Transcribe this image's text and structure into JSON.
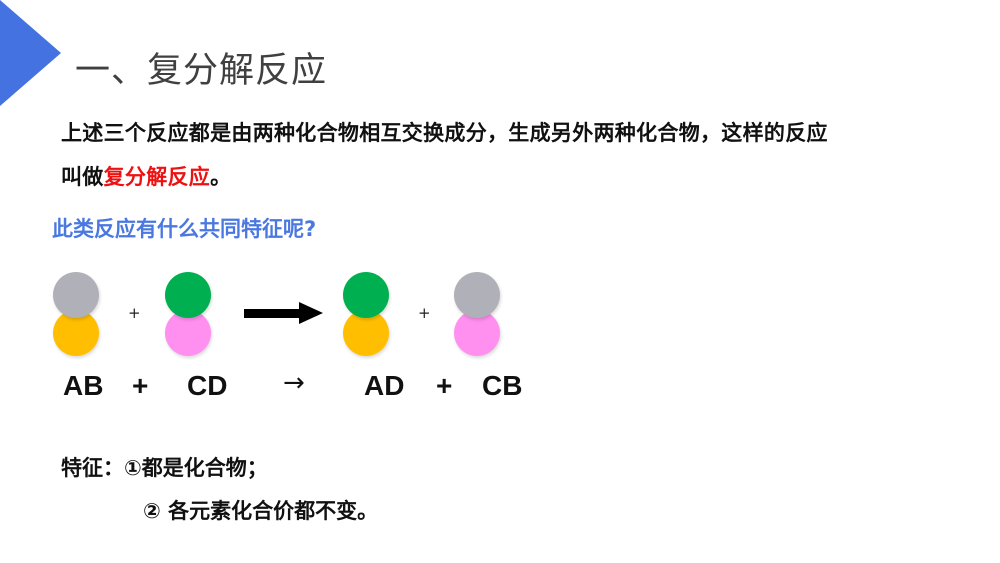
{
  "header": {
    "title": "一、复分解反应",
    "accent_color": "#4472e0"
  },
  "body": {
    "line1": "上述三个反应都是由两种化合物相互交换成分，生成另外两种化合物，这样的反应",
    "line2_prefix": "叫做",
    "line2_highlight": "复分解反应",
    "line2_suffix": "。",
    "highlight_color": "#ee1111",
    "question": "此类反应有什么共同特征呢?"
  },
  "diagram": {
    "colors": {
      "A": "#b0b0b8",
      "B": "#ffbf00",
      "C": "#00b050",
      "D": "#ff90f0"
    },
    "plus": "+",
    "molecules": [
      {
        "label": "AB",
        "top": "A",
        "bottom": "B"
      },
      {
        "label": "CD",
        "top": "C",
        "bottom": "D"
      },
      {
        "label": "AD",
        "top": "C",
        "bottom": "B"
      },
      {
        "label": "CB",
        "top": "A",
        "bottom": "D"
      }
    ]
  },
  "equation": {
    "left1": "AB",
    "plus1": "+",
    "left2": "CD",
    "arrow": "→",
    "right1": "AD",
    "plus2": "+",
    "right2": "CB"
  },
  "features": {
    "label": "特征：",
    "item1": "①都是化合物；",
    "item2": "② 各元素化合价都不变。"
  }
}
